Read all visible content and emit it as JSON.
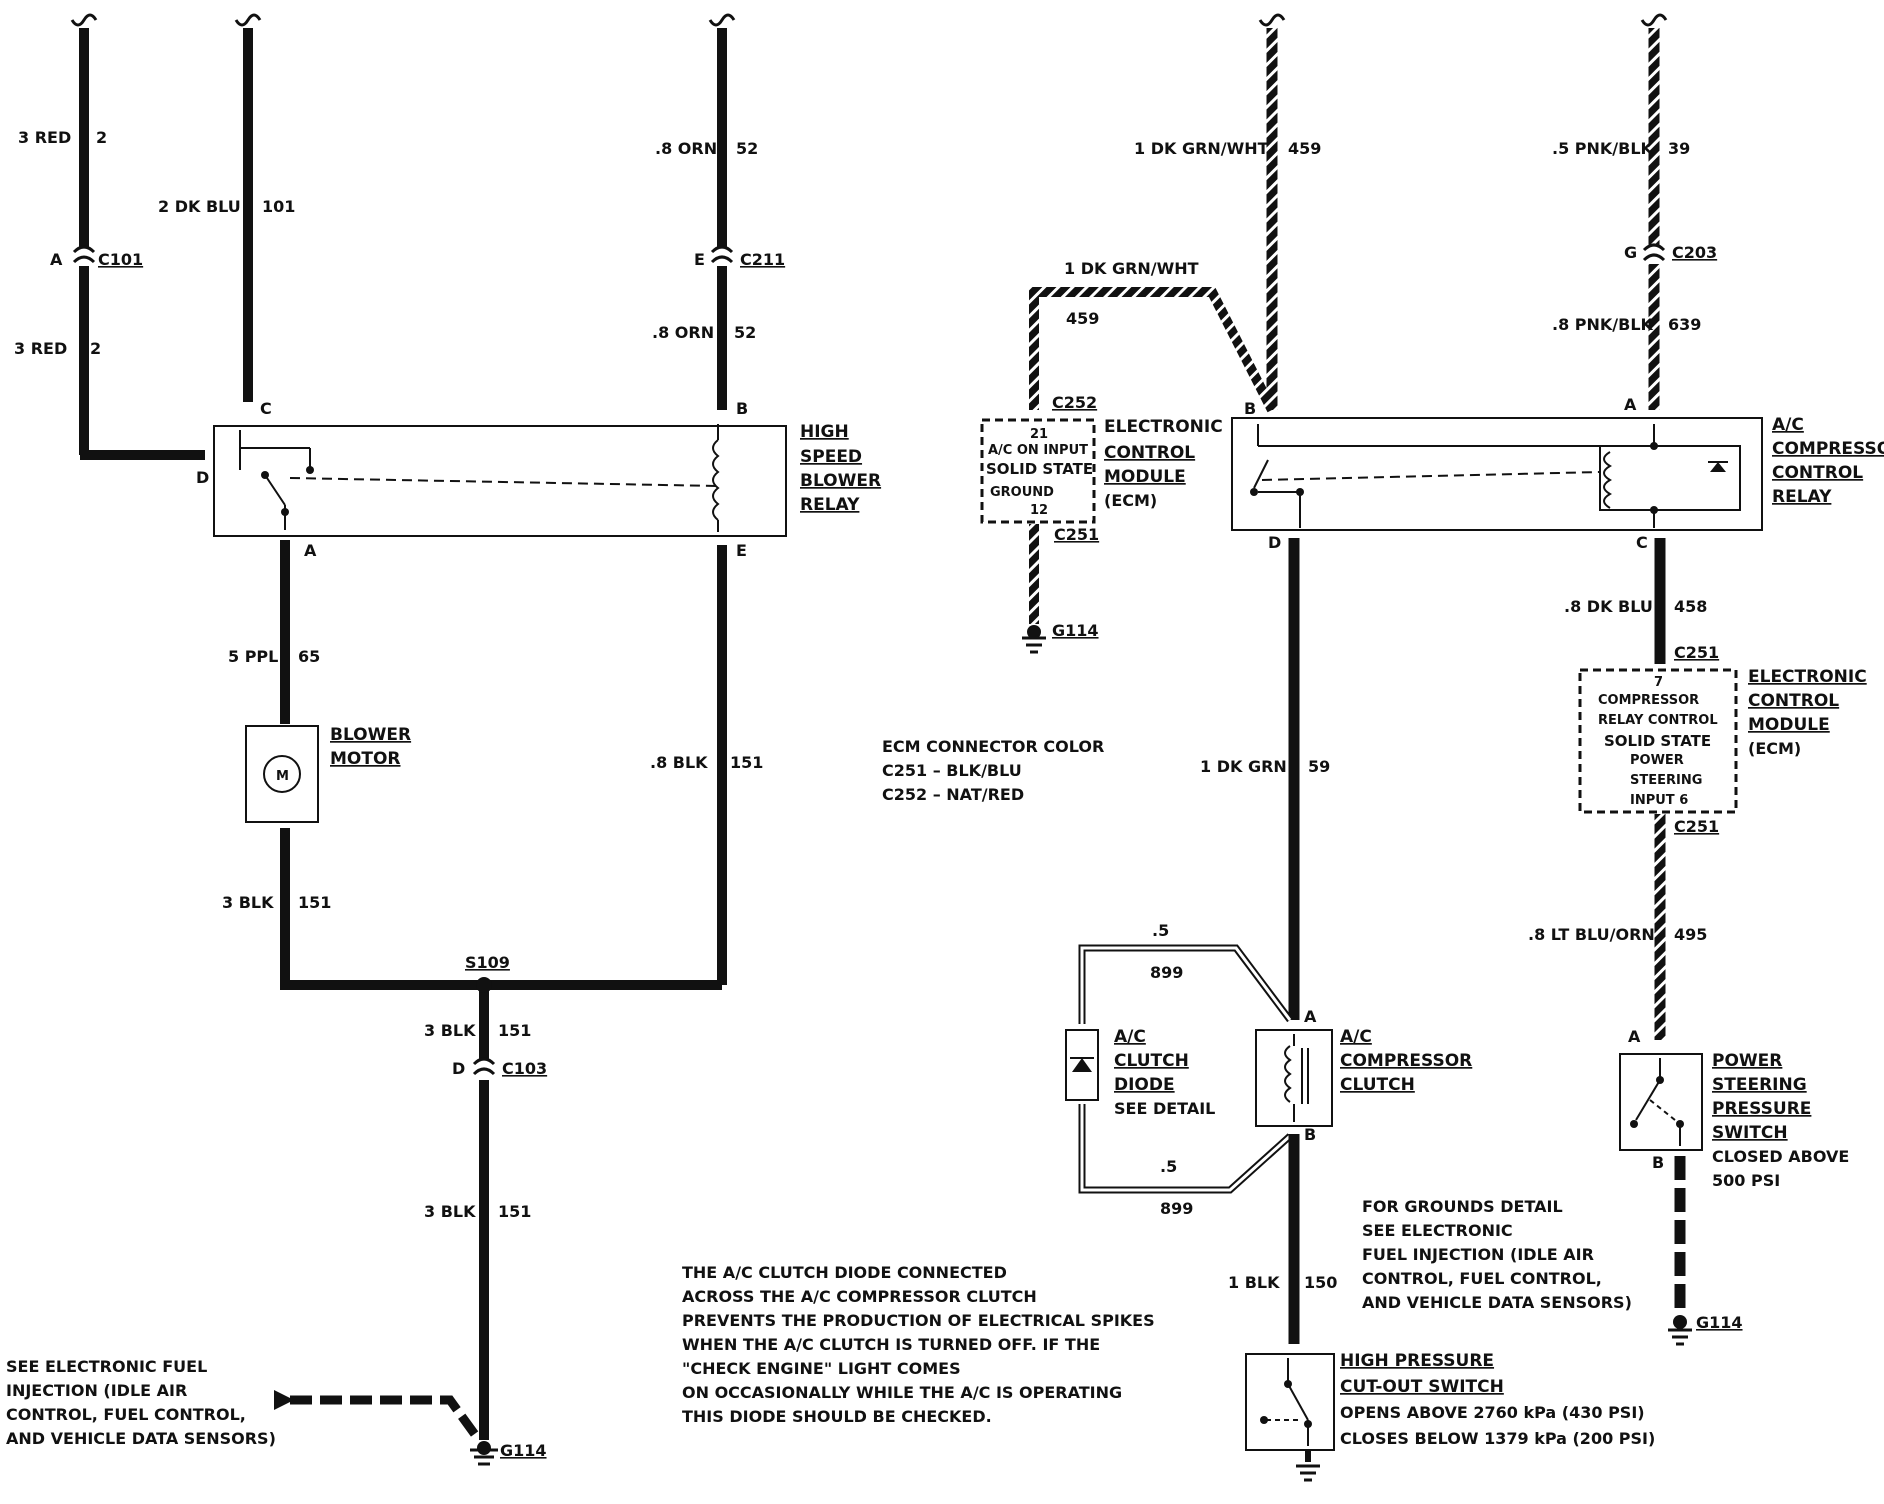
{
  "wires": {
    "w2_gauge": "3 RED",
    "w2_circuit": "2",
    "w2b_gauge": "3 RED",
    "w2b_circuit": "2",
    "w101_gauge": "2 DK BLU",
    "w101_circuit": "101",
    "w52_gauge": ".8 ORN",
    "w52_circuit": "52",
    "w52b_gauge": ".8 ORN",
    "w52b_circuit": "52",
    "w65_gauge": "5 PPL",
    "w65_circuit": "65",
    "w151a_gauge": ".8 BLK",
    "w151a_circuit": "151",
    "w151b_gauge": "3 BLK",
    "w151b_circuit": "151",
    "w151c_gauge": "3 BLK",
    "w151c_circuit": "151",
    "w151d_gauge": "3 BLK",
    "w151d_circuit": "151",
    "w459a_gauge": "1 DK GRN/WHT",
    "w459a_circuit": "459",
    "w459b_gauge": "1 DK GRN/WHT",
    "w459b_circuit": "459",
    "w39_gauge": ".5 PNK/BLK",
    "w39_circuit": "39",
    "w639_gauge": ".8 PNK/BLK",
    "w639_circuit": "639",
    "w458_gauge": ".8 DK BLU",
    "w458_circuit": "458",
    "w59_gauge": "1 DK GRN",
    "w59_circuit": "59",
    "w495_gauge": ".8 LT BLU/ORN",
    "w495_circuit": "495",
    "w899a_gauge": ".5",
    "w899a_circuit": "899",
    "w899b_gauge": ".5",
    "w899b_circuit": "899",
    "w150_gauge": "1 BLK",
    "w150_circuit": "150"
  },
  "connectors": {
    "c101": "C101",
    "c211": "C211",
    "c103": "C103",
    "c203": "C203",
    "c252": "C252",
    "c251a": "C251",
    "c251b": "C251",
    "c251c": "C251",
    "s109": "S109",
    "g114a": "G114",
    "g114b": "G114",
    "g114c": "G114"
  },
  "pins": {
    "A": "A",
    "B": "B",
    "C": "C",
    "D": "D",
    "E": "E",
    "G": "G"
  },
  "components": {
    "high_speed_relay": [
      "HIGH",
      "SPEED",
      "BLOWER",
      "RELAY"
    ],
    "blower_motor": [
      "BLOWER",
      "MOTOR"
    ],
    "motor_symbol": "M",
    "ecm1": [
      "ELECTRONIC",
      "CONTROL",
      "MODULE",
      "(ECM)"
    ],
    "ecm1_box": [
      "21",
      "A/C ON INPUT",
      "SOLID STATE",
      "GROUND",
      "12"
    ],
    "ac_relay": [
      "A/C",
      "COMPRESSOR",
      "CONTROL",
      "RELAY"
    ],
    "ecm2": [
      "ELECTRONIC",
      "CONTROL",
      "MODULE",
      "(ECM)"
    ],
    "ecm2_box": [
      "7",
      "COMPRESSOR",
      "RELAY CONTROL",
      "SOLID STATE",
      "POWER",
      "STEERING",
      "INPUT 6"
    ],
    "ac_diode": [
      "A/C",
      "CLUTCH",
      "DIODE"
    ],
    "ac_diode_note": "SEE DETAIL",
    "ac_clutch": [
      "A/C",
      "COMPRESSOR",
      "CLUTCH"
    ],
    "ps_switch": [
      "POWER",
      "STEERING",
      "PRESSURE",
      "SWITCH"
    ],
    "ps_switch_note": [
      "CLOSED ABOVE",
      "500 PSI"
    ],
    "hp_switch": [
      "HIGH PRESSURE",
      "CUT-OUT SWITCH"
    ],
    "hp_switch_note": [
      "OPENS ABOVE 2760 kPa (430 PSI)",
      "CLOSES BELOW 1379 kPa (200 PSI)"
    ]
  },
  "notes": {
    "ecm_color": [
      "ECM CONNECTOR COLOR",
      "C251 – BLK/BLU",
      "C252 – NAT/RED"
    ],
    "diode_note": [
      "THE A/C CLUTCH DIODE CONNECTED",
      "ACROSS THE A/C COMPRESSOR CLUTCH",
      "PREVENTS THE PRODUCTION OF ELECTRICAL SPIKES",
      "WHEN THE A/C CLUTCH IS TURNED OFF. IF THE",
      "\"CHECK ENGINE\" LIGHT COMES",
      "ON OCCASIONALLY WHILE THE A/C IS OPERATING",
      "THIS DIODE SHOULD BE CHECKED."
    ],
    "grounds_detail": [
      "FOR GROUNDS DETAIL",
      "SEE ELECTRONIC",
      "FUEL INJECTION (IDLE AIR",
      "CONTROL, FUEL CONTROL,",
      "AND VEHICLE DATA SENSORS)"
    ],
    "see_efi": [
      "SEE ELECTRONIC FUEL",
      "INJECTION (IDLE AIR",
      "CONTROL, FUEL CONTROL,",
      "AND VEHICLE DATA SENSORS)"
    ]
  }
}
